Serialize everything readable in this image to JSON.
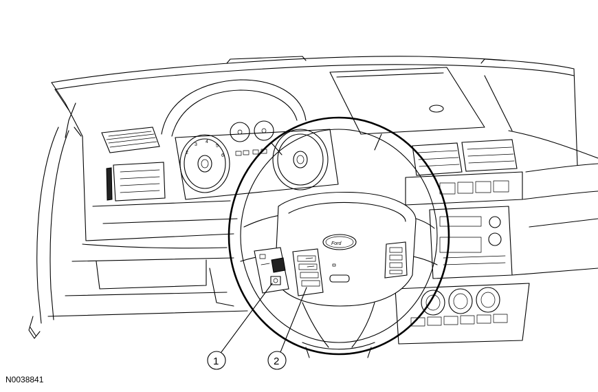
{
  "figure": {
    "code": "N0038841",
    "callouts": [
      {
        "number": "1"
      },
      {
        "number": "2"
      }
    ],
    "logo_text": "Ford"
  }
}
